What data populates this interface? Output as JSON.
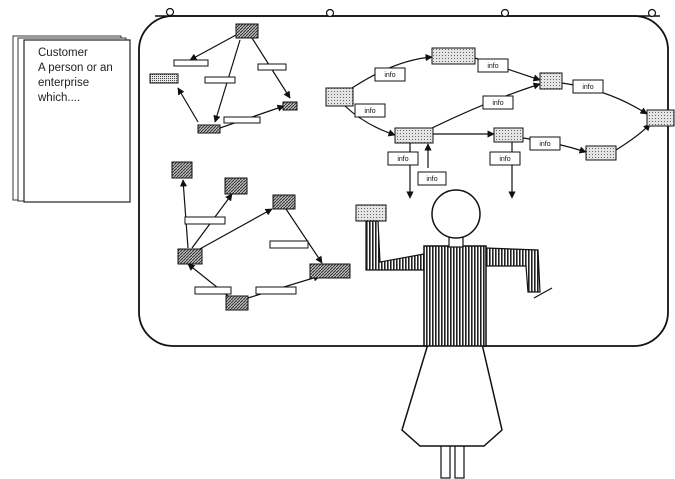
{
  "note": {
    "lines": [
      "Customer",
      "A person or an",
      "enterprise",
      "which...."
    ]
  },
  "flow_labels": {
    "info": "info"
  }
}
